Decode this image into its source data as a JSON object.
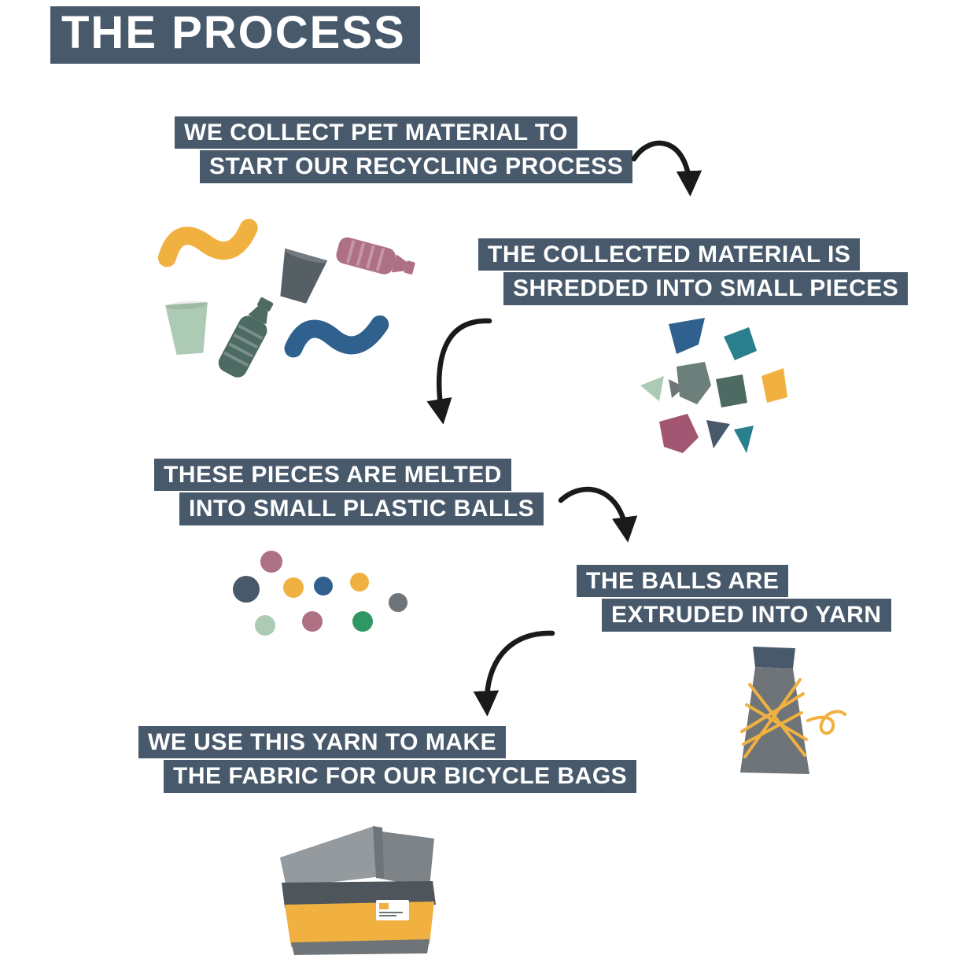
{
  "title": "THE PROCESS",
  "palette": {
    "caption_bg": "#47596a",
    "caption_text": "#ffffff",
    "page_bg": "#ffffff",
    "arrow": "#1a1a1a",
    "yellow": "#f1b140",
    "mauve": "#ae7083",
    "plum": "#a25672",
    "blue": "#30618e",
    "teal": "#2a7f8c",
    "sea_green": "#4d6a63",
    "gray_green": "#6d7f7b",
    "sage": "#accab4",
    "green": "#2f9763",
    "slate": "#47596a",
    "gray_dark": "#565f64",
    "gray_mid": "#6e7478",
    "lid_light": "#949a9e",
    "lid_mid": "#7d8387",
    "body_dark": "#4e565b",
    "white": "#ffffff"
  },
  "steps": [
    {
      "name": "collect",
      "lines": [
        "WE COLLECT PET MATERIAL TO",
        "START OUR RECYCLING PROCESS"
      ]
    },
    {
      "name": "shred",
      "lines": [
        "THE COLLECTED MATERIAL IS",
        "SHREDDED INTO SMALL PIECES"
      ]
    },
    {
      "name": "melt",
      "lines": [
        "THESE PIECES ARE MELTED",
        "INTO SMALL PLASTIC BALLS"
      ]
    },
    {
      "name": "extrude",
      "lines": [
        "THE BALLS ARE",
        "EXTRUDED INTO YARN"
      ]
    },
    {
      "name": "fabric",
      "lines": [
        "WE USE THIS YARN TO MAKE",
        "THE FABRIC FOR OUR BICYCLE BAGS"
      ]
    }
  ],
  "icons": [
    "pet-material-illustration",
    "shredded-pieces-illustration",
    "plastic-balls-illustration",
    "yarn-cone-illustration",
    "bicycle-bag-illustration",
    "curved-arrow"
  ]
}
